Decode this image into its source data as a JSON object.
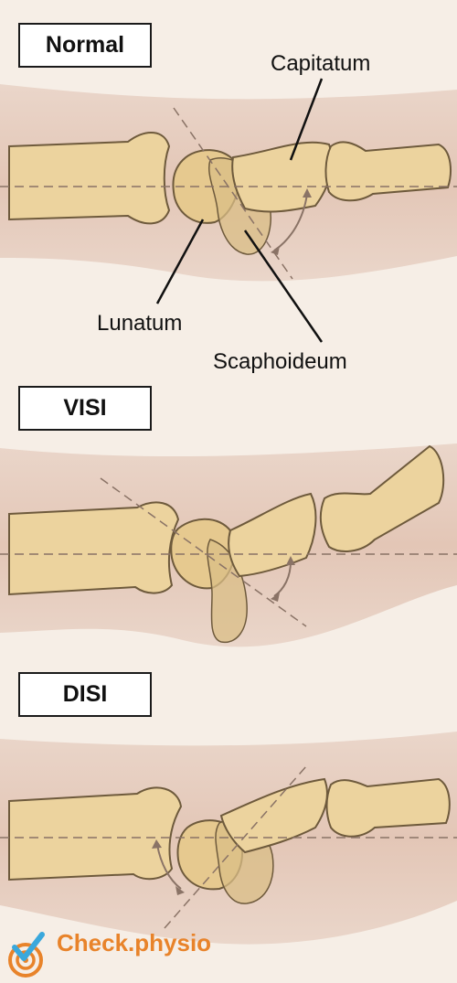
{
  "panels": [
    {
      "title": "Normal"
    },
    {
      "title": "VISI"
    },
    {
      "title": "DISI"
    }
  ],
  "annotations": {
    "capitatum": "Capitatum",
    "lunatum": "Lunatum",
    "scaphoideum": "Scaphoideum"
  },
  "brand": {
    "name": "Check.physio",
    "color": "#e8832a",
    "check_color": "#3aa8dc"
  },
  "colors": {
    "skin": "#e9d3c6",
    "skin_shadow": "#d6b5a3",
    "bone": "#ecd39e",
    "bone_outline": "#6e5a3c",
    "translucent_bone": "#d9bd85",
    "axis_line": "#8a7366"
  }
}
